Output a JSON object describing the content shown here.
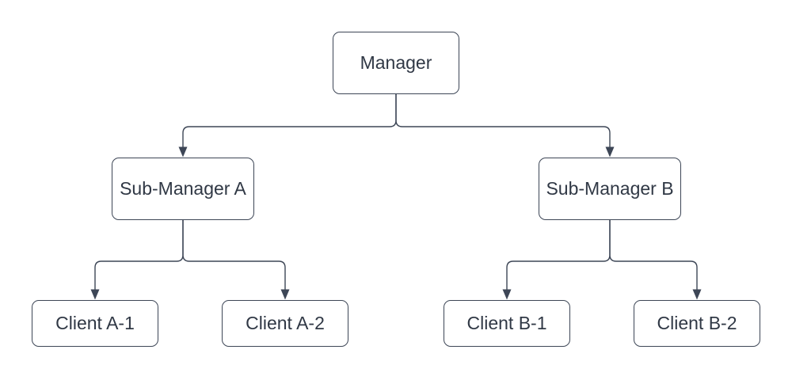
{
  "diagram": {
    "type": "org-chart-tree",
    "colors": {
      "background": "#ffffff",
      "node_fill": "#ffffff",
      "node_stroke": "#3d4656",
      "edge_stroke": "#3d4656",
      "text": "#303845"
    },
    "nodes": [
      {
        "id": "manager",
        "label": "Manager"
      },
      {
        "id": "sub-manager-a",
        "label": "Sub-Manager A"
      },
      {
        "id": "sub-manager-b",
        "label": "Sub-Manager B"
      },
      {
        "id": "client-a-1",
        "label": "Client A-1"
      },
      {
        "id": "client-a-2",
        "label": "Client A-2"
      },
      {
        "id": "client-b-1",
        "label": "Client B-1"
      },
      {
        "id": "client-b-2",
        "label": "Client B-2"
      }
    ],
    "edges": [
      {
        "from": "Manager",
        "to": "Sub-Manager A",
        "arrow": "target"
      },
      {
        "from": "Manager",
        "to": "Sub-Manager B",
        "arrow": "target"
      },
      {
        "from": "Sub-Manager A",
        "to": "Client A-1",
        "arrow": "target"
      },
      {
        "from": "Sub-Manager A",
        "to": "Client A-2",
        "arrow": "target"
      },
      {
        "from": "Sub-Manager B",
        "to": "Client B-1",
        "arrow": "target"
      },
      {
        "from": "Sub-Manager B",
        "to": "Client B-2",
        "arrow": "target"
      }
    ]
  }
}
